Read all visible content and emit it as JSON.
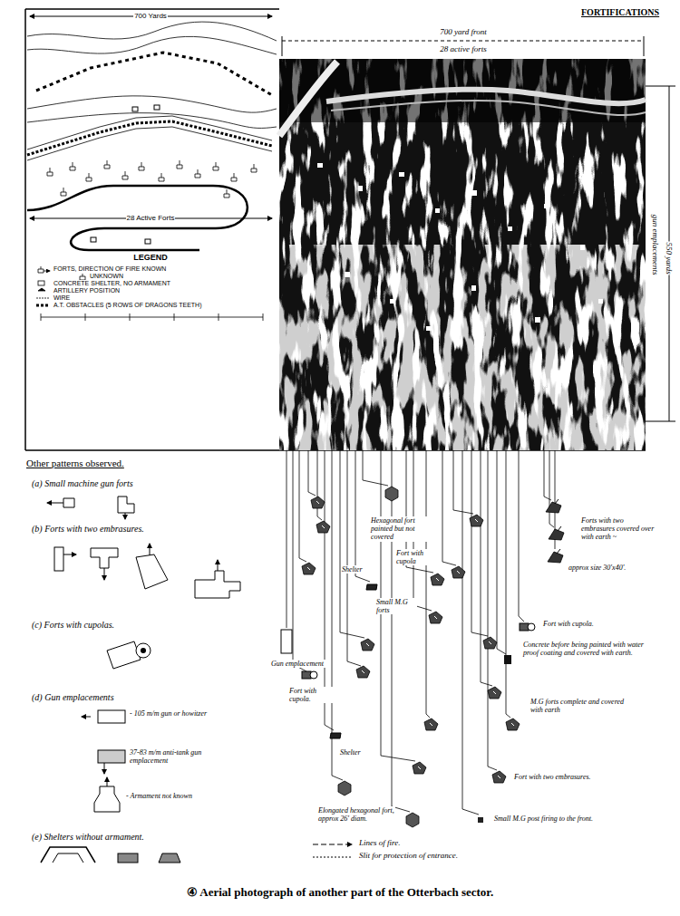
{
  "diagram": {
    "title": "FORTIFICATIONS",
    "caption": "④ Aerial photograph of another part of the Otterbach sector.",
    "labels": [
      "700 yard front",
      "28 active forts",
      "700 Yards",
      "28 Active Forts",
      "LEGEND",
      "550 yards",
      "gun emplacements",
      "Other patterns observed.",
      "(a) Small machine gun forts",
      "(b) Forts with two embrasures.",
      "(c) Forts with cupolas.",
      "(d) Gun emplacements",
      "- 105 m/m gun or howitzer",
      "37-83 m/m anti-tank gun emplacement",
      "- Armament not known",
      "(e) Shelters without armament.",
      "Hexagonal fort painted but not covered",
      "Fort with cupola",
      "Shelter",
      "Small M.G forts",
      "Gun emplacement",
      "Fort with cupola.",
      "Shelter",
      "Elongated hexagonal fort, approx 26' diam.",
      "Forts with two embrasures covered over with earth ~",
      "approx size 30'x40'.",
      "Fort with cupola.",
      "Concrete before being painted with water proof coating and covered with earth.",
      "M.G forts complete and covered with earth",
      "Fort with two embrasures.",
      "Small M.G post firing to the front."
    ],
    "legend": [
      {
        "text": "FORTS, DIRECTION OF FIRE KNOWN"
      },
      {
        "text": "UNKNOWN"
      },
      {
        "text": "CONCRETE SHELTER, NO ARMAMENT"
      },
      {
        "text": "ARTILLERY POSITION"
      },
      {
        "text": "WIRE"
      },
      {
        "text": "A.T. OBSTACLES (5 ROWS OF DRAGONS TEETH)"
      },
      {
        "text": "Lines of fire."
      },
      {
        "text": "Slit for protection of entrance."
      }
    ]
  }
}
